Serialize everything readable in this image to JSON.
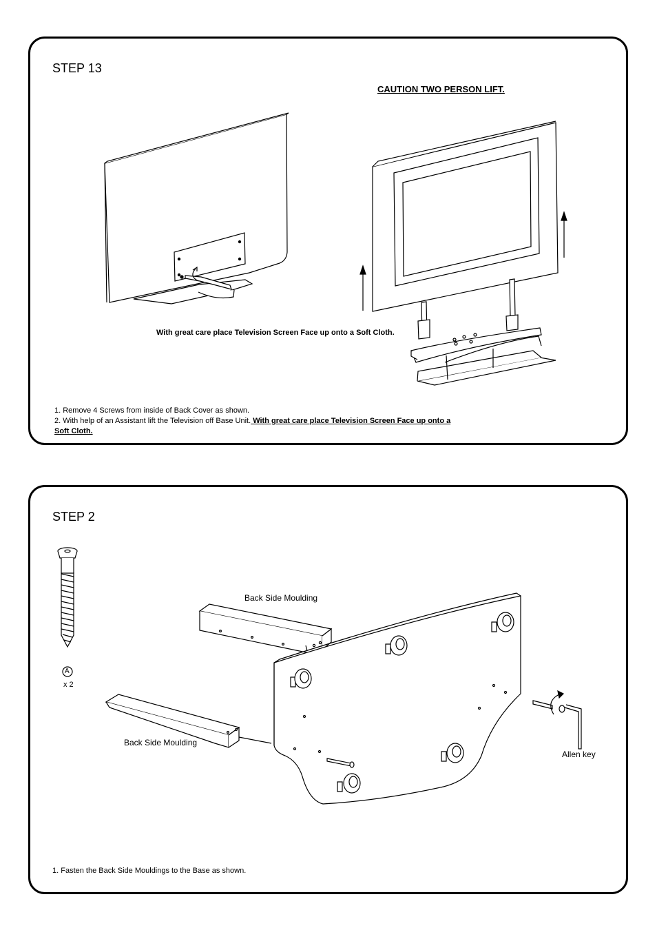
{
  "step13": {
    "title": "STEP 13",
    "caution": "CAUTION TWO PERSON LIFT.",
    "callout": "With great care place Television Screen Face up onto a Soft Cloth.",
    "instruction1": "1. Remove 4 Screws from inside of Back Cover as shown.",
    "instruction2_plain": "2. With help of an Assistant lift the Television off Base Unit.",
    "instruction2_bold": " With great care place Television Screen Face up onto a ",
    "instruction2_cont": "Soft Cloth."
  },
  "step2": {
    "title": "STEP 2",
    "part_letter": "A",
    "part_qty": "x 2",
    "label_moulding_top": "Back Side Moulding",
    "label_moulding_left": "Back Side Moulding",
    "label_allen_key": "Allen key",
    "instruction1": "1. Fasten the Back Side Mouldings to the Base as shown."
  }
}
